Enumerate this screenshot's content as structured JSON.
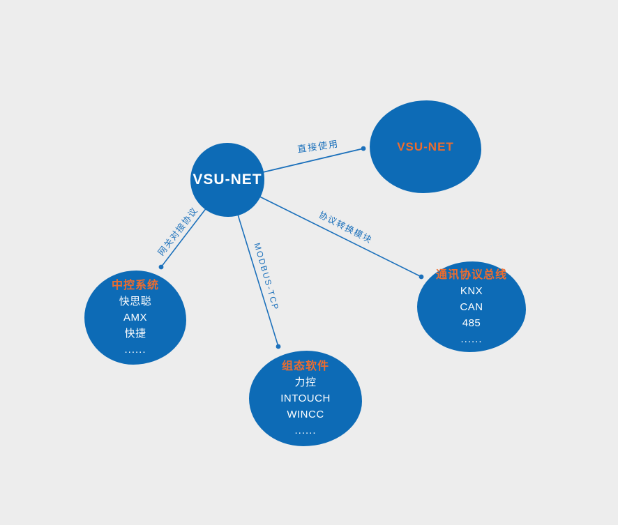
{
  "colors": {
    "background": "#ededed",
    "node_blue": "#0d6bb6",
    "title_orange": "#ee6c2e",
    "line_blue": "#1b70bb",
    "node_text_white": "#ffffff"
  },
  "nodes": {
    "hub": {
      "label": "VSU-NET"
    },
    "direct": {
      "title": "VSU-NET"
    },
    "control": {
      "title": "中控系统",
      "items": [
        "快思聪",
        "AMX",
        "快捷",
        "......"
      ]
    },
    "scada": {
      "title": "组态软件",
      "items": [
        "力控",
        "INTOUCH",
        "WINCC",
        "......"
      ]
    },
    "bus": {
      "title": "通讯协议总线",
      "items": [
        "KNX",
        "CAN",
        "485",
        "......"
      ]
    }
  },
  "edges": {
    "direct_label": "直接使用",
    "protocol_label": "协议转换模块",
    "gateway_label": "网关对接协议",
    "modbus_label": "MODBUS-TCP"
  }
}
